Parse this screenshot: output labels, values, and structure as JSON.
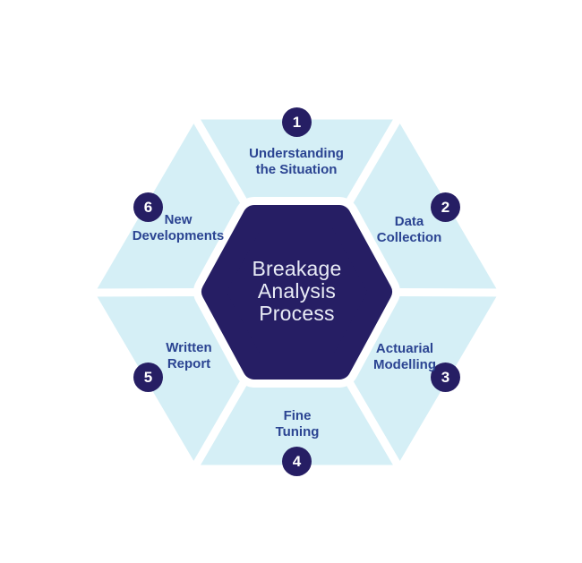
{
  "diagram": {
    "title": {
      "line1": "Breakage",
      "line2": "Analysis",
      "line3": "Process"
    },
    "steps": [
      {
        "number": "1",
        "label_line1": "Understanding",
        "label_line2": "the Situation"
      },
      {
        "number": "2",
        "label_line1": "Data",
        "label_line2": "Collection"
      },
      {
        "number": "3",
        "label_line1": "Actuarial",
        "label_line2": "Modelling"
      },
      {
        "number": "4",
        "label_line1": "Fine",
        "label_line2": "Tuning"
      },
      {
        "number": "5",
        "label_line1": "Written",
        "label_line2": "Report"
      },
      {
        "number": "6",
        "label_line1": "New",
        "label_line2": "Developments"
      }
    ]
  },
  "colors": {
    "background": "#ffffff",
    "segment_fill": "#d5eff6",
    "center_hex_fill": "#261e64",
    "badge_fill": "#261e64",
    "badge_text": "#ffffff",
    "label_text": "#2b4492",
    "title_text": "#e9ecf6",
    "divider": "#ffffff"
  }
}
